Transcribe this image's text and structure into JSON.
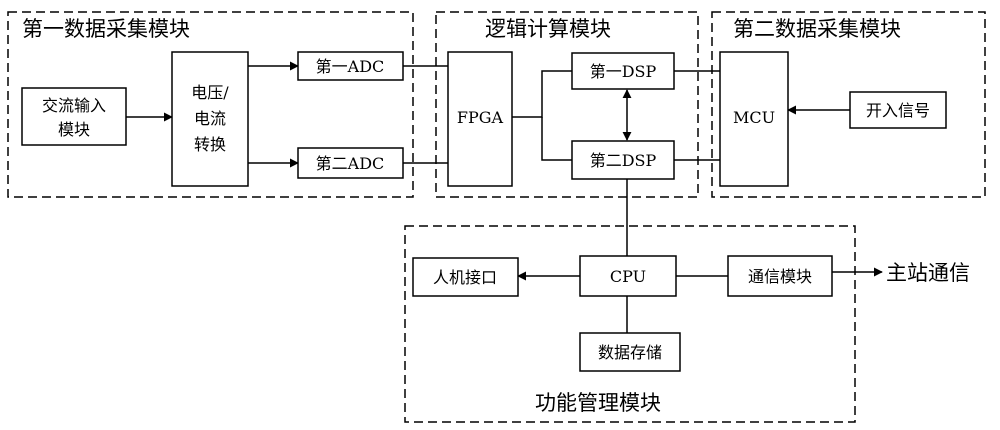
{
  "groups": {
    "data_acq_1": "第一数据采集模块",
    "logic_calc": "逻辑计算模块",
    "data_acq_2": "第二数据采集模块",
    "function_mgmt": "功能管理模块"
  },
  "blocks": {
    "ac_input": [
      "交流输入",
      "模块"
    ],
    "vi_convert": [
      "电压/",
      "电流",
      "转换"
    ],
    "adc1": "第一ADC",
    "adc2": "第二ADC",
    "fpga": "FPGA",
    "dsp1": "第一DSP",
    "dsp2": "第二DSP",
    "mcu": "MCU",
    "binary_input": "开入信号",
    "cpu": "CPU",
    "hmi": "人机接口",
    "comm": "通信模块",
    "storage": "数据存储"
  },
  "external": {
    "master_station": "主站通信"
  }
}
